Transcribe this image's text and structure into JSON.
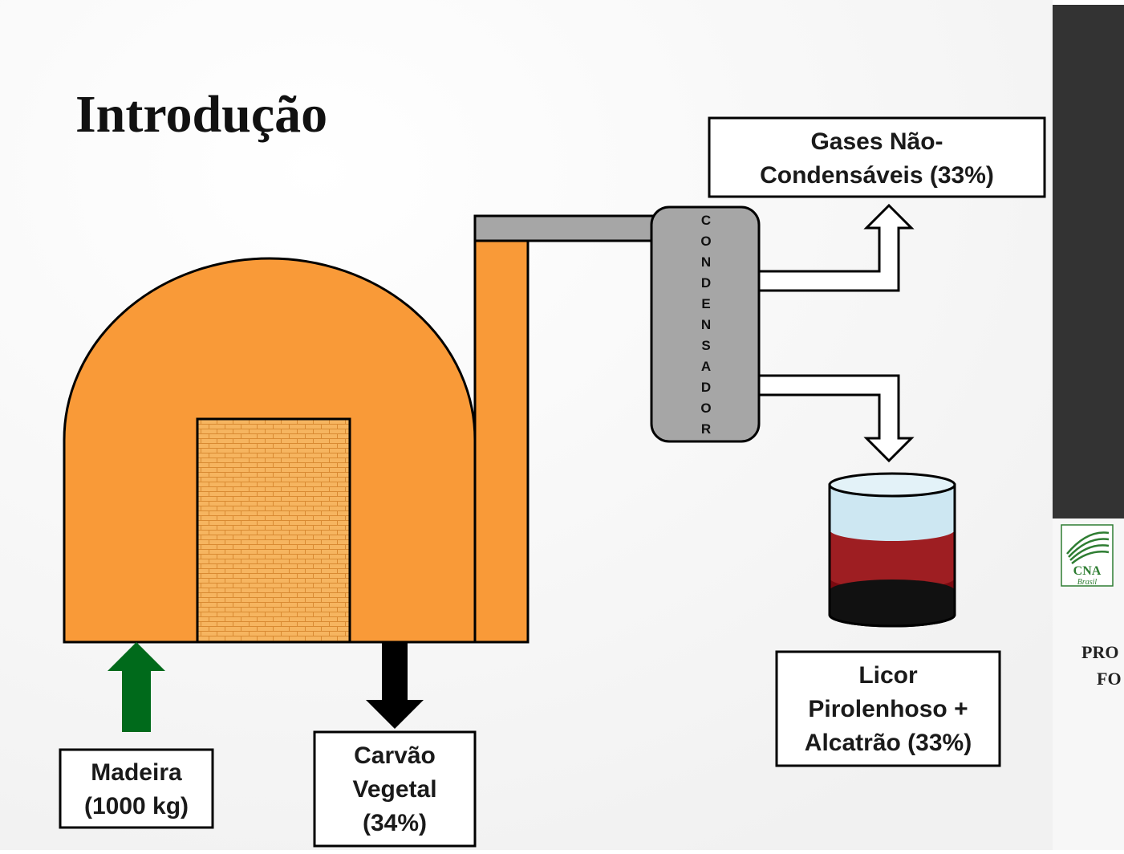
{
  "slide": {
    "title": "Introdução"
  },
  "diagram": {
    "wood_label_line1": "Madeira",
    "wood_label_line2": "(1000 kg)",
    "charcoal_label_line1": "Carvão",
    "charcoal_label_line2": "Vegetal",
    "charcoal_label_line3": "(34%)",
    "gases_label_line1": "Gases Não-",
    "gases_label_line2": "Condensáveis (33%)",
    "liquor_label_line1": "Licor",
    "liquor_label_line2": "Pirolenhoso +",
    "liquor_label_line3": "Alcatrão (33%)",
    "condenser_letters": [
      "C",
      "O",
      "N",
      "D",
      "E",
      "N",
      "S",
      "A",
      "D",
      "O",
      "R"
    ]
  },
  "side_panel": {
    "logo_text": "CNA",
    "logo_subtext": "Brasil",
    "cut_text_line1": "PRO",
    "cut_text_line2": "FO"
  },
  "colors": {
    "kiln_orange": "#F99A38",
    "brick_orange": "#F5B35A",
    "pipe_gray": "#A6A6A6",
    "condenser_gray": "#A6A6A6",
    "input_arrow_green": "#006A1B",
    "output_arrow_black": "#000000",
    "liquid_top_blue": "#CDE7F2",
    "liquid_red": "#9E1E22",
    "liquid_dark": "#111111",
    "side_panel_dark": "#333333",
    "logo_green": "#2E7D32"
  }
}
